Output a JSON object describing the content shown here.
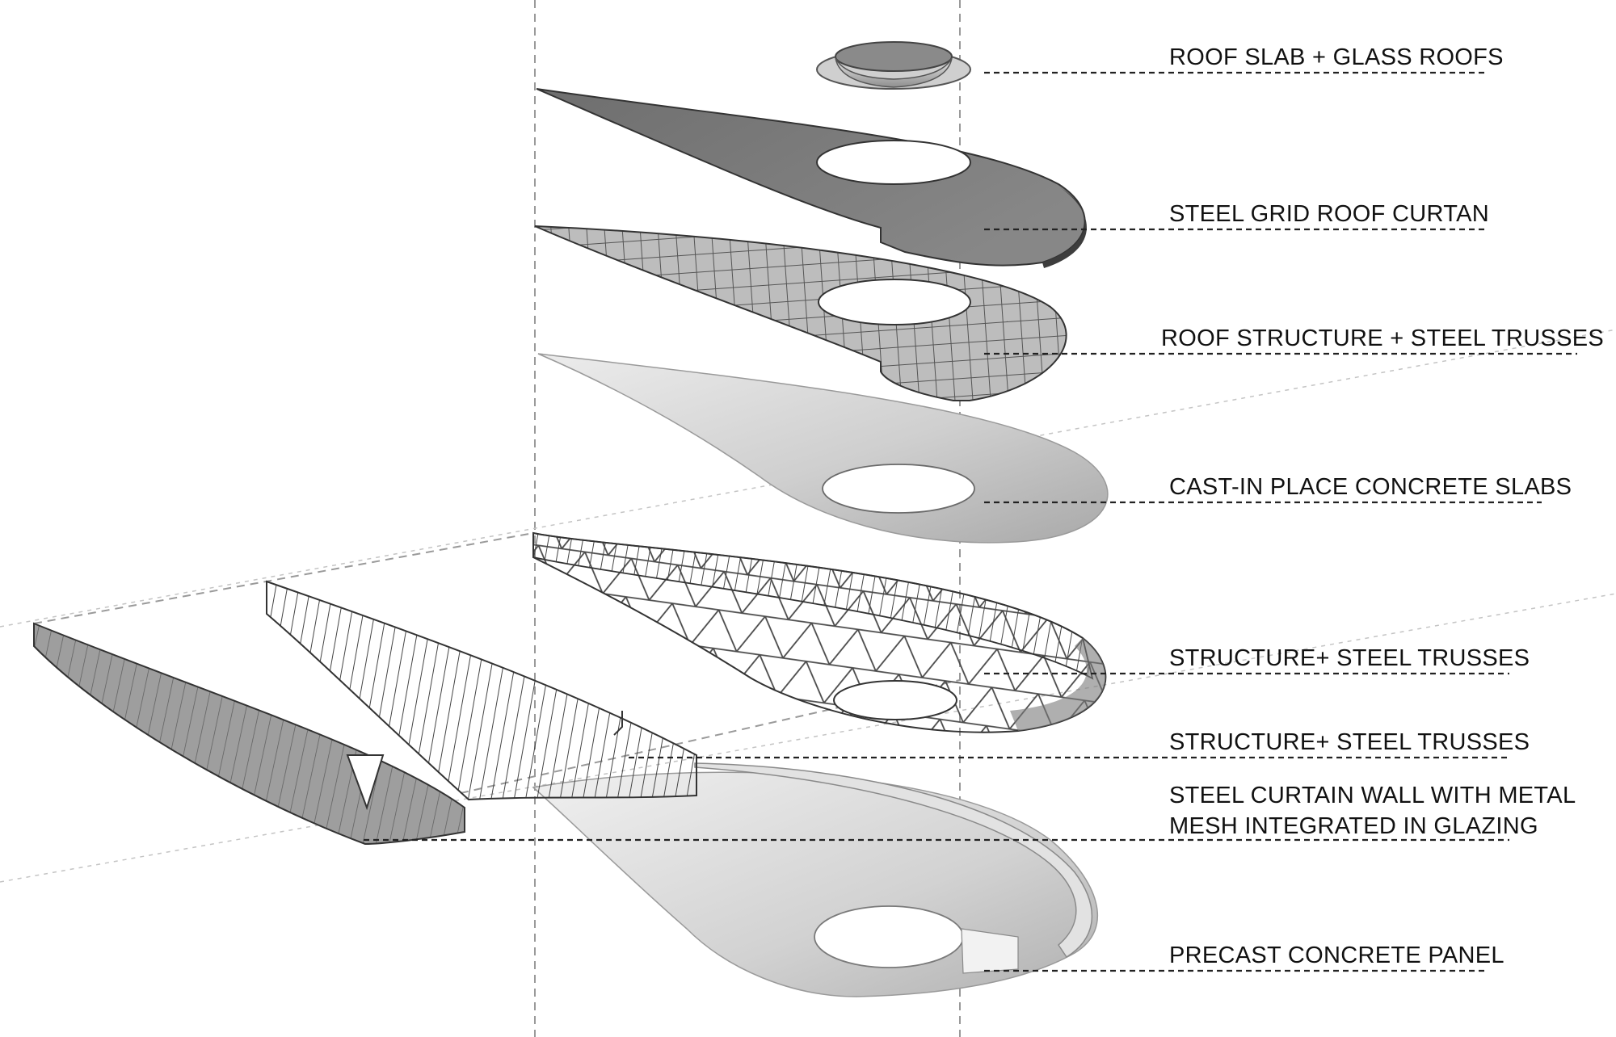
{
  "colors": {
    "background": "#ffffff",
    "slab_dark": "#7b7b7b",
    "slab_light": "#c8c8c8",
    "grid_line": "#555555",
    "text": "#111111"
  },
  "labels": [
    {
      "id": "roof-slab-glass-roofs",
      "lines": [
        "ROOF SLAB + GLASS ROOFS"
      ]
    },
    {
      "id": "steel-grid-roof-curtan",
      "lines": [
        "STEEL GRID ROOF CURTAN"
      ]
    },
    {
      "id": "roof-structure-steel-trusses",
      "lines": [
        "ROOF STRUCTURE + STEEL TRUSSES"
      ]
    },
    {
      "id": "cast-in-place-concrete-slabs",
      "lines": [
        "CAST-IN PLACE CONCRETE SLABS"
      ]
    },
    {
      "id": "structure-steel-trusses-1",
      "lines": [
        "STRUCTURE+ STEEL TRUSSES"
      ]
    },
    {
      "id": "structure-steel-trusses-2",
      "lines": [
        "STRUCTURE+ STEEL TRUSSES"
      ]
    },
    {
      "id": "steel-curtain-wall",
      "lines": [
        "STEEL CURTAIN WALL WITH METAL",
        "MESH INTEGRATED IN GLAZING"
      ]
    },
    {
      "id": "precast-concrete-panel",
      "lines": [
        "PRECAST CONCRETE PANEL"
      ]
    }
  ]
}
